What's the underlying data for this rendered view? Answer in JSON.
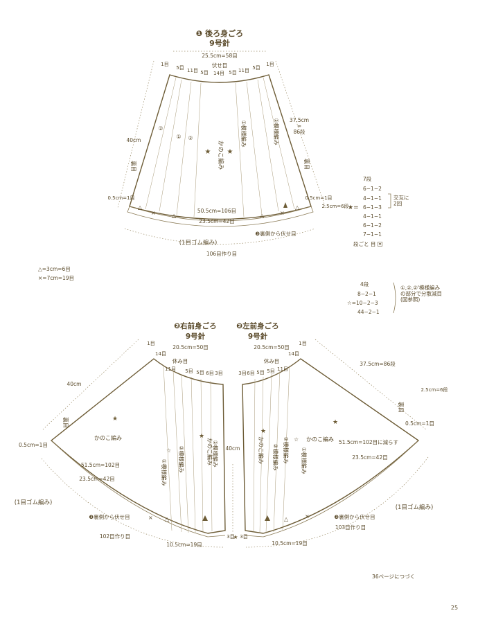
{
  "back": {
    "title": "❶ 後ろ身ごろ",
    "needle": "9号針",
    "top_width": "25.5cm=58目",
    "bind_off": "伏せ目",
    "top_counts": [
      "1目",
      "5目",
      "11目",
      "5目",
      "14目",
      "5目",
      "11目",
      "5目",
      "1目"
    ],
    "height_left": "40cm",
    "height_right": "37.5cm\n=\n86段",
    "reverse_left": "裏目",
    "reverse_right": "裏目",
    "pattern_main": "かのこ編み",
    "pattern_1": "①模様編み",
    "pattern_2": "②模様編み",
    "marker_1": "①",
    "marker_2": "②",
    "bottom_left": "0.5cm=1目",
    "bottom_right": "0.5cm=1目",
    "rows_right": "2.5cm=6段",
    "width_106": "50.5cm=106目",
    "width_42": "23.5cm=42目",
    "ribbing": "(1目ゴム編み)",
    "bind_from_wrong": "❸裏側から伏せ目",
    "cast_on": "106目作り目"
  },
  "star_note": {
    "label": "★=",
    "rows": [
      "7段",
      "6−1−2",
      "4−1−1",
      "6−1−3",
      "4−1−1",
      "6−1−2",
      "7−1−1"
    ],
    "footer": "段ごと 目 回",
    "side": "交互に\n2回"
  },
  "triangle_notes": [
    "△=3cm=6目",
    "×=7cm=19目"
  ],
  "pattern_note": {
    "rows": [
      "4段",
      "8−2−1",
      "☆=10−2−3",
      "44−2−1"
    ],
    "text": "①,②,②'模様編み\nの部分で分散減目\n(図参照)"
  },
  "right_front": {
    "title": "❷右前身ごろ",
    "needle": "9号針",
    "top_width": "20.5cm=50目",
    "rest": "休み目",
    "top_counts": [
      "1目",
      "14目",
      "11目",
      "5目",
      "5目",
      "6目",
      "3目"
    ],
    "height": "40cm",
    "reverse": "裏目",
    "pattern_main": "かのこ編み",
    "pattern_1": "①模様編み",
    "pattern_2": "②模様編み",
    "left_edge": "0.5cm=1目",
    "width_102": "51.5cm=102目",
    "width_42": "23.5cm=42目",
    "ribbing": "(1目ゴム編み)",
    "bind_from_wrong": "❸裏側から伏せ目",
    "cast_on": "102目作り目",
    "bottom_width": "10.5cm=19目",
    "bottom_side": "3目"
  },
  "left_front": {
    "title": "❷左前身ごろ",
    "needle": "9号針",
    "top_width": "20.5cm=50目",
    "rest": "休み目",
    "top_counts": [
      "3目",
      "6目",
      "5目",
      "5目",
      "11目",
      "14目",
      "1目"
    ],
    "height_right": "37.5cm=86段",
    "height_center": "40cm",
    "rows_right": "2.5cm=6段",
    "reverse": "裏目",
    "right_edge": "0.5cm=1目",
    "pattern_main": "かのこ編み",
    "pattern_1": "①模様編み",
    "pattern_2": "②模様編み",
    "decrease": "51.5cm=102目に減らす",
    "width_42": "23.5cm=42目",
    "ribbing": "(1目ゴム編み)",
    "bind_from_wrong": "❸裏側から伏せ目",
    "cast_on": "103目作り目",
    "bottom_width": "10.5cm=19目",
    "bottom_side": "3目"
  },
  "continue": "36ページにつづく",
  "page_number": "25"
}
